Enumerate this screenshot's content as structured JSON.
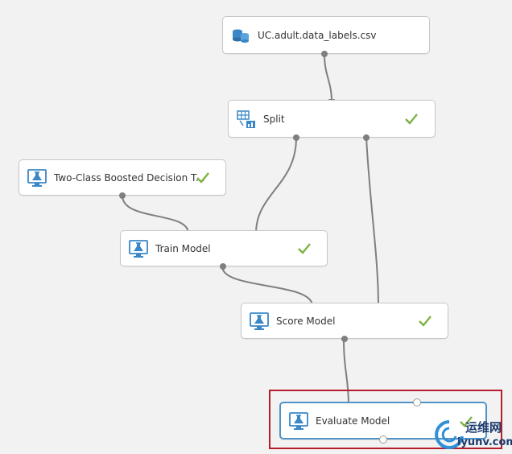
{
  "modules": {
    "dataset": {
      "label": "UC.adult.data_labels.csv",
      "icon": "dataset-icon",
      "completed": false
    },
    "split": {
      "label": "Split",
      "icon": "split-data-icon",
      "completed": true
    },
    "boosted_tree": {
      "label": "Two-Class Boosted Decision T...",
      "icon": "model-flask-icon",
      "completed": true
    },
    "train_model": {
      "label": "Train Model",
      "icon": "model-flask-icon",
      "completed": true
    },
    "score_model": {
      "label": "Score Model",
      "icon": "model-flask-icon",
      "completed": true
    },
    "evaluate_model": {
      "label": "Evaluate Model",
      "icon": "model-flask-icon",
      "completed": true,
      "selected": true
    }
  },
  "connections": [
    {
      "from": "dataset",
      "to": "split"
    },
    {
      "from": "split",
      "to": "train_model"
    },
    {
      "from": "split",
      "to": "score_model"
    },
    {
      "from": "boosted_tree",
      "to": "train_model"
    },
    {
      "from": "train_model",
      "to": "score_model"
    },
    {
      "from": "score_model",
      "to": "evaluate_model"
    }
  ],
  "watermark": {
    "text_top": "运维网",
    "text_bottom": "iyunv.com"
  },
  "colors": {
    "check": "#7cb342",
    "icon": "#3a87c8",
    "highlight": "#b71c2b",
    "selected_border": "#4f93c6",
    "connector": "#7f7f7f"
  }
}
